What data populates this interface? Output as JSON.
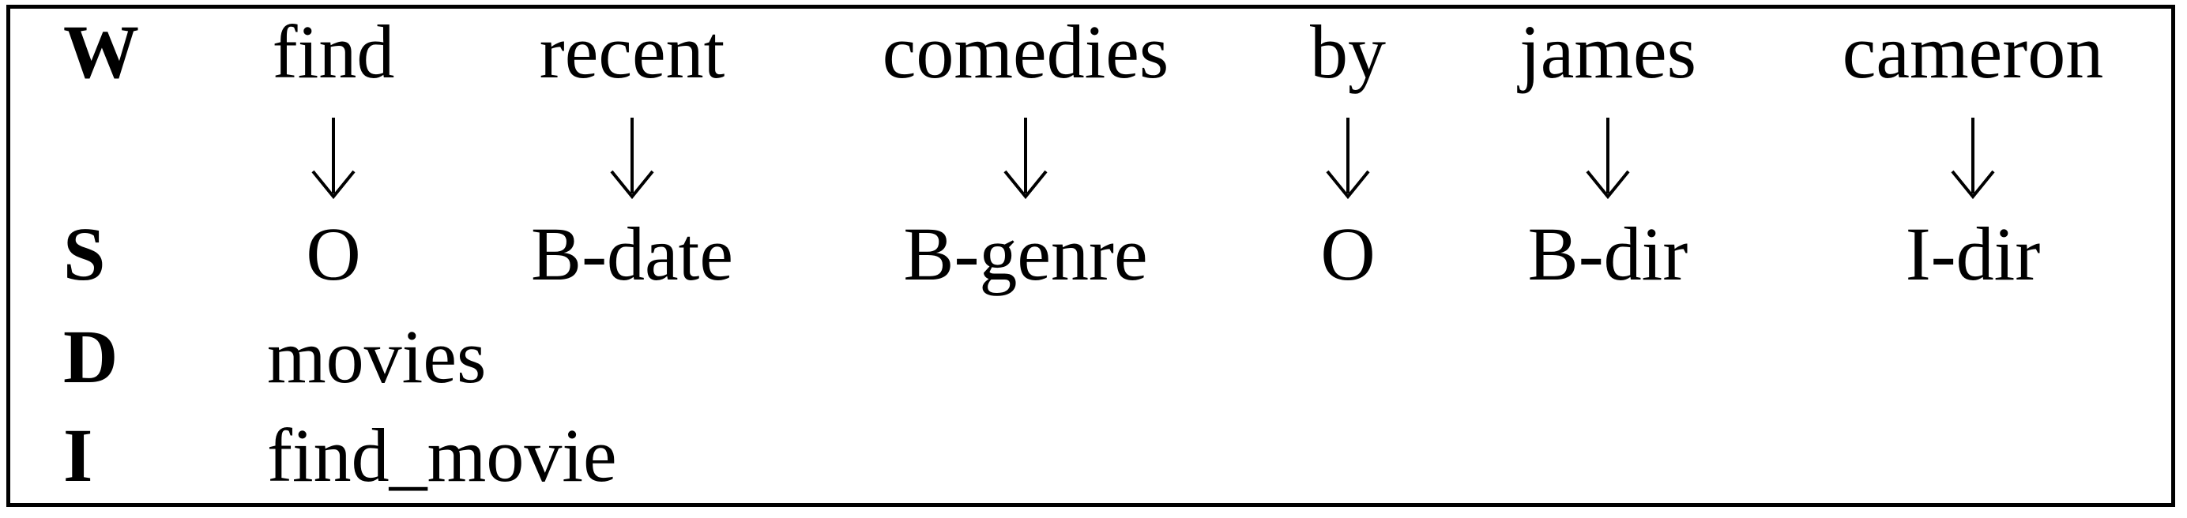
{
  "labels": {
    "w": "W",
    "s": "S",
    "d": "D",
    "i": "I"
  },
  "words": [
    "find",
    "recent",
    "comedies",
    "by",
    "james",
    "cameron"
  ],
  "slots": [
    "O",
    "B-date",
    "B-genre",
    "O",
    "B-dir",
    "I-dir"
  ],
  "domain": "movies",
  "intent": "find_movie"
}
